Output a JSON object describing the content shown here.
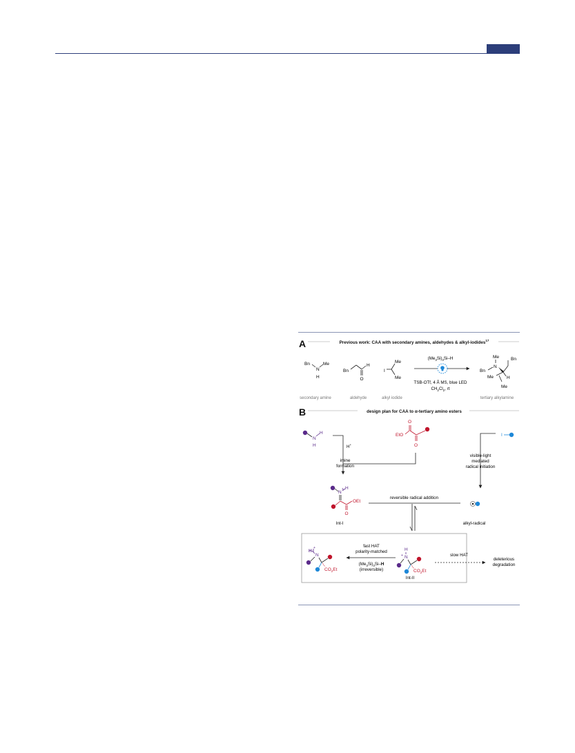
{
  "colors": {
    "header_blue": "#2c3e7a",
    "amine_purple": "#5a2a8a",
    "ester_red": "#c0142b",
    "radical_blue": "#1e88d8",
    "gray": "#777777"
  },
  "panelA": {
    "letter": "A",
    "title": "Previous work: CAA with secondary amines, aldehydes & alkyl-iodides",
    "title_ref": "17",
    "amine": {
      "bn": "Bn",
      "n": "N",
      "me": "Me",
      "h": "H",
      "label": "secondary amine"
    },
    "aldehyde": {
      "bn": "Bn",
      "h": "H",
      "o": "O",
      "label": "aldehyde"
    },
    "iodide": {
      "i": "I",
      "me1": "Me",
      "me2": "Me",
      "label": "alkyl iodide"
    },
    "reagent_top": "(Me3Si)3Si–H",
    "conditions_1": "TSB-OTf, 4 Å MS, blue LED",
    "conditions_2": "CH2Cl2, rt",
    "product": {
      "me_top": "Me",
      "bn_right": "Bn",
      "n": "N",
      "bn_left": "Bn",
      "me_left": "Me",
      "h": "H",
      "me_bottom": "Me",
      "label": "tertiary alkylamine"
    }
  },
  "panelB": {
    "letter": "B",
    "title": "design plan for CAA to α-tertiary amino esters",
    "amine": {
      "n": "N",
      "h1": "H",
      "h2": "H"
    },
    "hplus": "H+",
    "ketoester": {
      "eto": "EtO",
      "o1": "O",
      "o2": "O"
    },
    "iodide_i": "I",
    "imine_1": "imine",
    "imine_2": "formation",
    "vis_1": "visible-light",
    "vis_2": "mediated",
    "vis_3": "radical initiation",
    "int1": {
      "n": "N",
      "h": "H",
      "plus": "+",
      "oet": "OEt",
      "o": "O",
      "label": "Int-I"
    },
    "reversible": "reversible radical addition",
    "alkyl_radical": "alkyl-radical",
    "fast_1": "fast HAT",
    "fast_2": "polarity-matched",
    "silane": "(Me3Si)3Si–H",
    "irreversible": "(irreversible)",
    "product": {
      "h": "H",
      "n": "N",
      "plus": "+",
      "co2et": "CO2Et"
    },
    "int2": {
      "h": "H",
      "n": "N",
      "plus": "+",
      "co2et": "CO2Et",
      "label": "Int-II"
    },
    "slow_hat": "slow HAT",
    "deg_1": "deleterious",
    "deg_2": "degradation"
  }
}
